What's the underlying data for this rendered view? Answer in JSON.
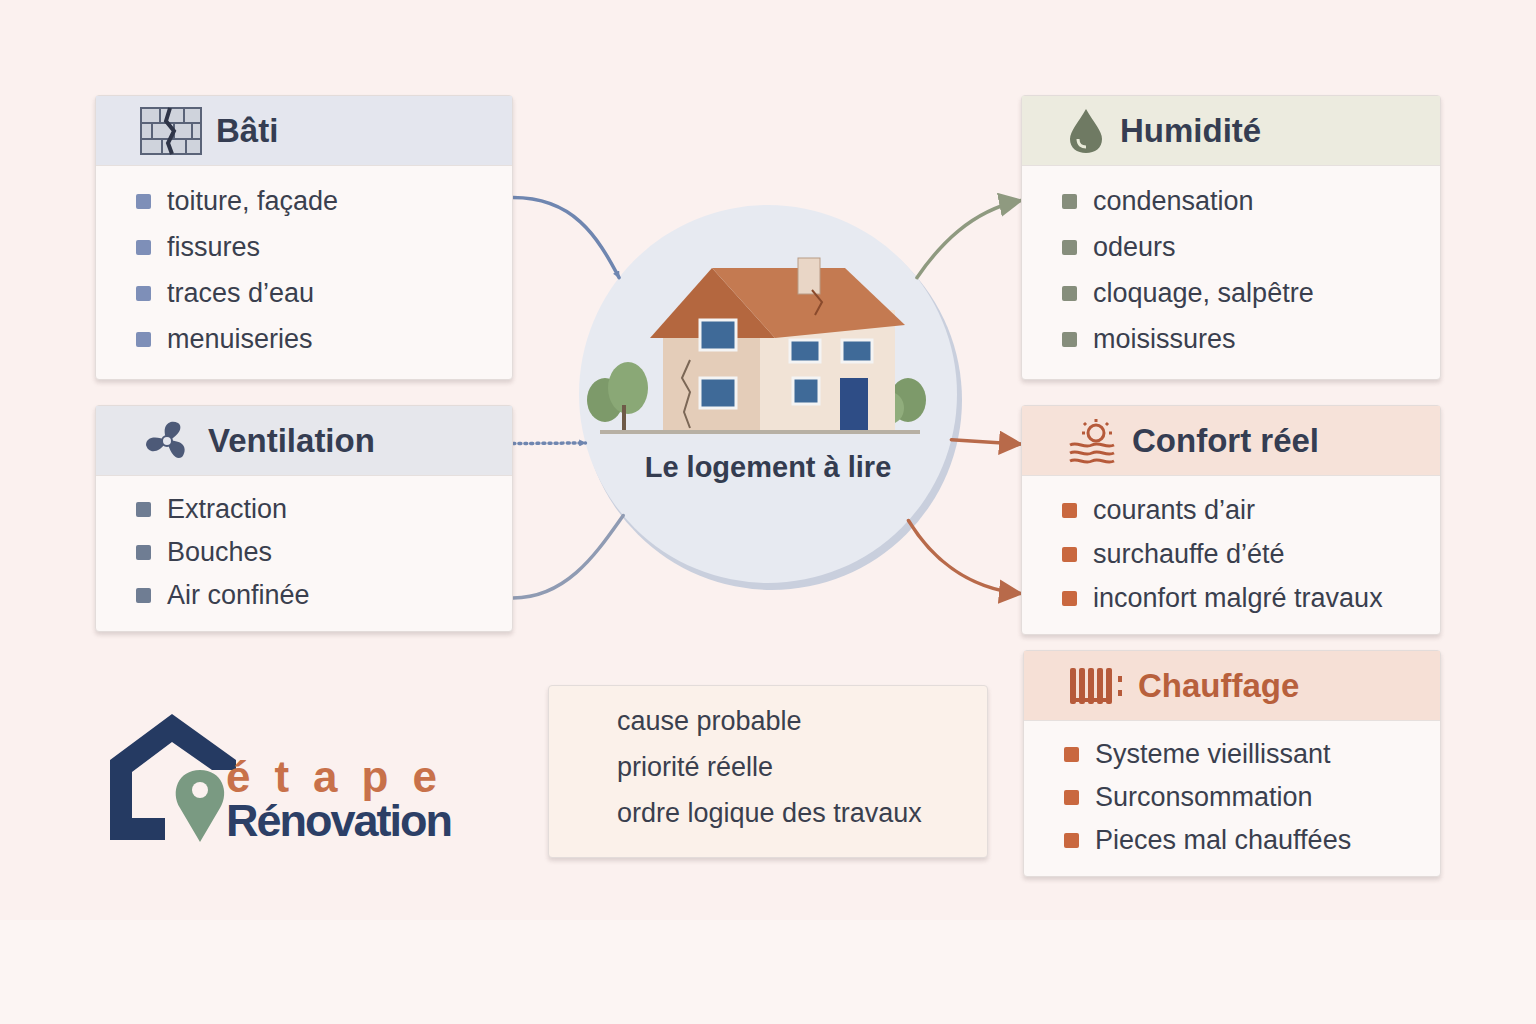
{
  "diagram": {
    "nodes": [
      {
        "text": [
          "Bâti",
          "toiture, façade",
          "fissures",
          "traces d’eau",
          "menuiseries"
        ]
      },
      {
        "text": [
          "Humidité",
          "condensation",
          "odeurs",
          "cloquage, salpêtre",
          "moisissures"
        ]
      },
      {
        "text": [
          "Ventilation",
          "Extraction",
          "Bouches",
          "Air confinée"
        ]
      },
      {
        "text": [
          "Le logement à lire"
        ]
      },
      {
        "text": [
          "Confort réel",
          "courants d’air",
          "surchauffe d’été",
          "inconfort malgré travaux"
        ]
      },
      {
        "text": [
          "cause probable",
          "priorité réelle",
          "ordre logique des travaux"
        ]
      },
      {
        "text": [
          "Chauffage",
          "Systeme vieillissant",
          "Surconsommation",
          "Pieces mal chauffées"
        ]
      }
    ],
    "edges": [
      {
        "from": 0,
        "to": 3,
        "arrow": "to"
      },
      {
        "from": 2,
        "to": 3,
        "arrow": "to"
      },
      {
        "from": 2,
        "to": 3,
        "arrow": "none"
      },
      {
        "from": 3,
        "to": 1,
        "arrow": "to"
      },
      {
        "from": 3,
        "to": 4,
        "arrow": "to"
      },
      {
        "from": 3,
        "to": 4,
        "arrow": "to"
      }
    ],
    "labels": [
      "étape",
      "Rénovation"
    ]
  }
}
